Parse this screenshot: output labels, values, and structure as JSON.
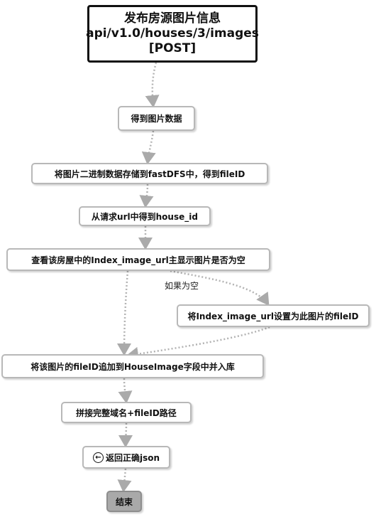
{
  "title": {
    "line1": "发布房源图片信息",
    "line2": "api/v1.0/houses/3/images",
    "line3": "[POST]"
  },
  "steps": {
    "get_image_data": "得到图片数据",
    "store_fastdfs": "将图片二进制数据存储到fastDFS中，得到fileID",
    "get_house_id": "从请求url中得到house_id",
    "check_index_url": "查看该房屋中的Index_image_url主显示图片是否为空",
    "set_index_url": "将Index_image_url设置为此图片的fileID",
    "append_house_image": "将该图片的fileID追加到HouseImage字段中并入库",
    "join_url": "拼接完整域名+fileID路径",
    "return_json": "返回正确json",
    "end": "结束"
  },
  "edge_labels": {
    "if_empty": "如果为空"
  },
  "icons": {
    "return": "return-arrow-icon"
  }
}
